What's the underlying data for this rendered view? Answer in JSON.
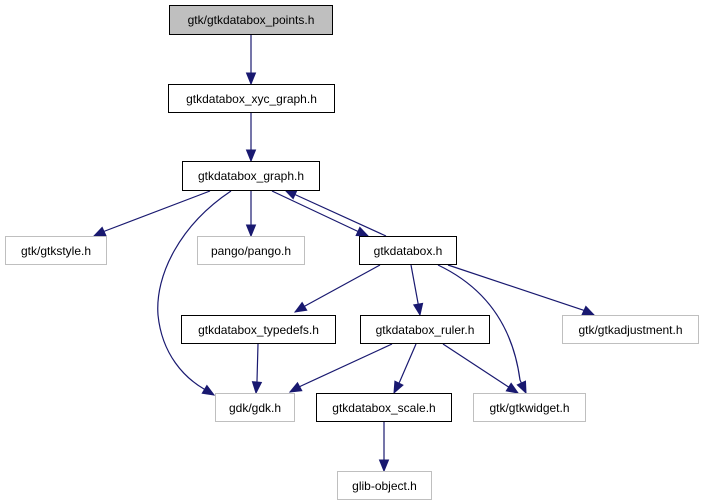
{
  "diagram": {
    "type": "include-dependency-graph",
    "edge_color": "#191970",
    "root_fill": "#bfbfbf",
    "nodes": [
      {
        "id": "points",
        "label": "gtk/gtkdatabox_points.h",
        "kind": "root"
      },
      {
        "id": "xyc",
        "label": "gtkdatabox_xyc_graph.h",
        "kind": "internal"
      },
      {
        "id": "graph",
        "label": "gtkdatabox_graph.h",
        "kind": "internal"
      },
      {
        "id": "gtkstyle",
        "label": "gtk/gtkstyle.h",
        "kind": "external"
      },
      {
        "id": "pango",
        "label": "pango/pango.h",
        "kind": "external"
      },
      {
        "id": "databox",
        "label": "gtkdatabox.h",
        "kind": "internal"
      },
      {
        "id": "adjustment",
        "label": "gtk/gtkadjustment.h",
        "kind": "external"
      },
      {
        "id": "typedefs",
        "label": "gtkdatabox_typedefs.h",
        "kind": "internal"
      },
      {
        "id": "ruler",
        "label": "gtkdatabox_ruler.h",
        "kind": "internal"
      },
      {
        "id": "gdk",
        "label": "gdk/gdk.h",
        "kind": "external"
      },
      {
        "id": "scale",
        "label": "gtkdatabox_scale.h",
        "kind": "internal"
      },
      {
        "id": "widget",
        "label": "gtk/gtkwidget.h",
        "kind": "external"
      },
      {
        "id": "glib",
        "label": "glib-object.h",
        "kind": "external"
      }
    ],
    "edges": [
      {
        "from": "points",
        "to": "xyc"
      },
      {
        "from": "xyc",
        "to": "graph"
      },
      {
        "from": "graph",
        "to": "gtkstyle"
      },
      {
        "from": "graph",
        "to": "pango"
      },
      {
        "from": "graph",
        "to": "databox"
      },
      {
        "from": "graph",
        "to": "gdk"
      },
      {
        "from": "databox",
        "to": "graph"
      },
      {
        "from": "databox",
        "to": "typedefs"
      },
      {
        "from": "databox",
        "to": "ruler"
      },
      {
        "from": "databox",
        "to": "widget"
      },
      {
        "from": "databox",
        "to": "adjustment"
      },
      {
        "from": "typedefs",
        "to": "gdk"
      },
      {
        "from": "ruler",
        "to": "gdk"
      },
      {
        "from": "ruler",
        "to": "scale"
      },
      {
        "from": "ruler",
        "to": "widget"
      },
      {
        "from": "scale",
        "to": "glib"
      }
    ]
  }
}
